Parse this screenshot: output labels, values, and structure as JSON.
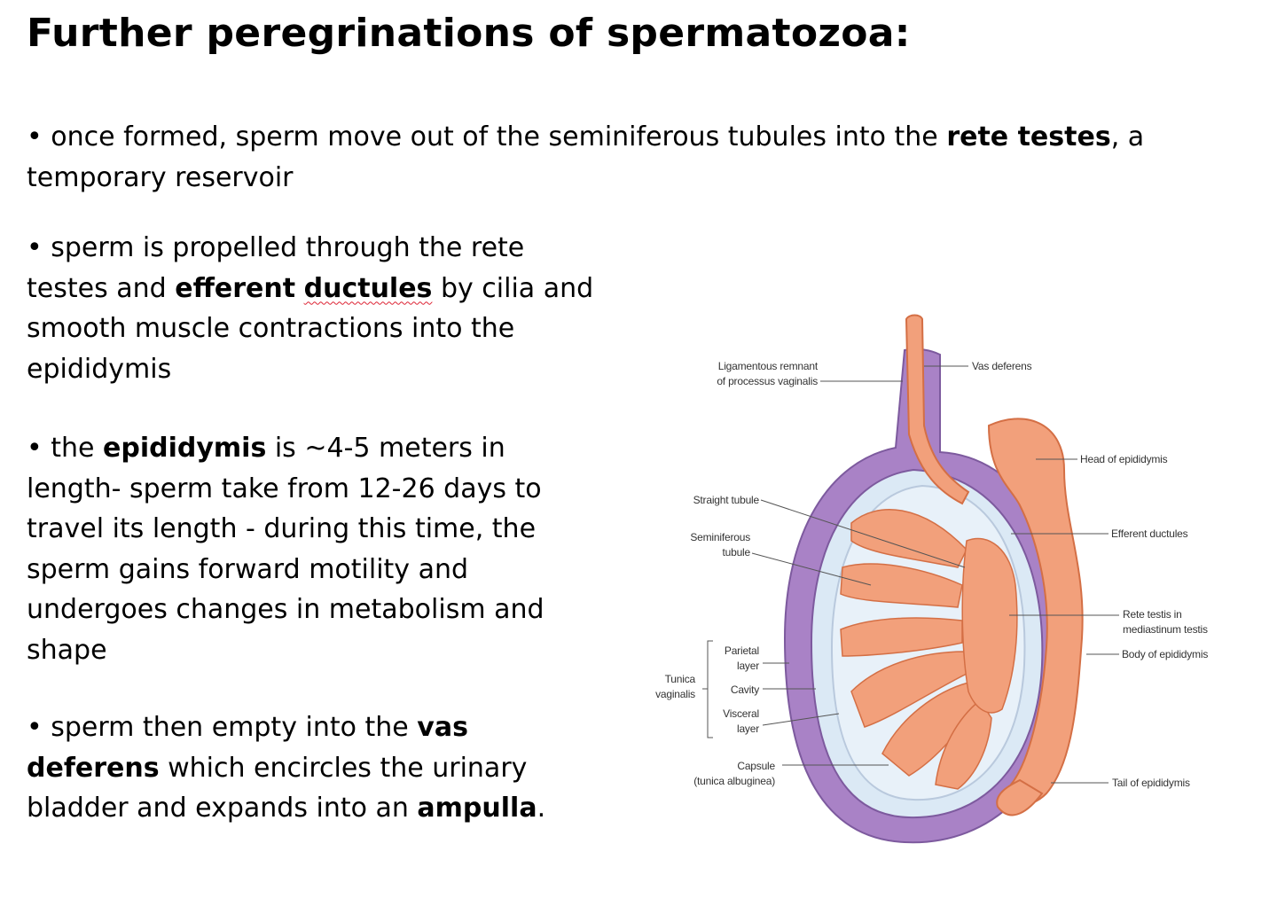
{
  "slide": {
    "title": "Further peregrinations of spermatozoa:",
    "bullets": [
      {
        "pre": "• once formed, sperm move out of the seminiferous tubules into the ",
        "bold": "rete testes",
        "post": ", a temporary reservoir"
      },
      {
        "pre": "• sperm is propelled through the rete testes and ",
        "bold1": "efferent",
        "bold2": "ductules",
        "post": " by cilia and smooth muscle contractions into the epididymis"
      },
      {
        "pre": "• the ",
        "bold": "epididymis",
        "post": " is ~4-5 meters in length- sperm take from 12-26 days to travel its length  - during this time, the sperm gains forward motility and undergoes changes in metabolism and shape"
      },
      {
        "pre": "• sperm then empty into the ",
        "bold1": "vas deferens",
        "mid": " which encircles the urinary bladder  and expands into an ",
        "bold2": "ampulla",
        "post": "."
      }
    ]
  },
  "diagram": {
    "colors": {
      "tunica": "#a982c6",
      "tunica_dark": "#7d5a9e",
      "cavity": "#dbe9f5",
      "tubule": "#f2a07b",
      "tubule_dark": "#d46f45",
      "line": "#555555"
    },
    "labels": {
      "ligamentous_1": "Ligamentous remnant",
      "ligamentous_2": "of processus vaginalis",
      "vas_deferens": "Vas deferens",
      "head_epididymis": "Head of epididymis",
      "straight_tubule": "Straight tubule",
      "seminiferous_1": "Seminiferous",
      "seminiferous_2": "tubule",
      "efferent_ductules": "Efferent ductules",
      "rete_testis_1": "Rete testis in",
      "rete_testis_2": "mediastinum testis",
      "body_epididymis": "Body of epididymis",
      "tunica_1": "Tunica",
      "tunica_2": "vaginalis",
      "parietal_1": "Parietal",
      "parietal_2": "layer",
      "cavity": "Cavity",
      "visceral_1": "Visceral",
      "visceral_2": "layer",
      "capsule_1": "Capsule",
      "capsule_2": "(tunica albuginea)",
      "tail_epididymis": "Tail of epididymis"
    }
  }
}
